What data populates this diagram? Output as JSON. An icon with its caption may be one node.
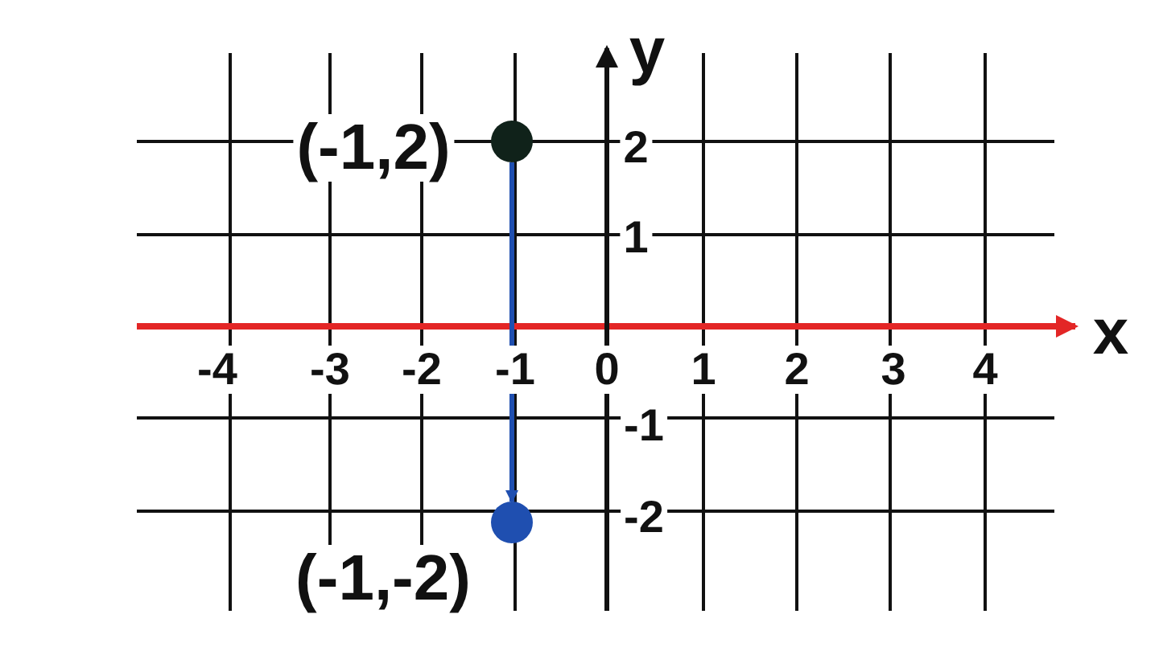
{
  "diagram": {
    "nodes": [
      {
        "text": [],
        "shape": "circle",
        "beside": [
          "(-1,2)"
        ]
      },
      {
        "text": [],
        "shape": "circle",
        "beside": [
          "(-1,-2)"
        ]
      }
    ],
    "edges": [
      {
        "from": 0,
        "to": 1,
        "arrow": "to",
        "color": "#1f4fb0"
      }
    ],
    "labels": [
      "y",
      "2",
      "1",
      "x",
      "-4",
      "-3",
      "-2",
      "-1",
      "0",
      "1",
      "2",
      "3",
      "4",
      "-1",
      "-2"
    ]
  }
}
